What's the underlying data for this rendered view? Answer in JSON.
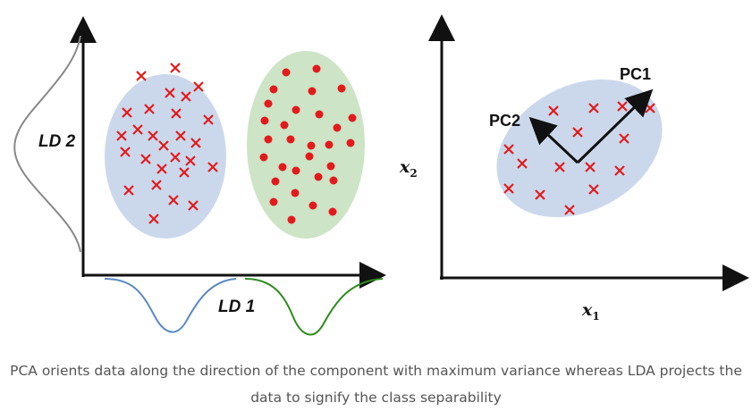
{
  "left_panel": {
    "x_axis_label": "LD 1",
    "y_axis_label": "LD 2"
  },
  "right_panel": {
    "x_axis_label": "x",
    "x_axis_subscript": "1",
    "y_axis_label": "x",
    "y_axis_subscript": "2",
    "pc1_label": "PC1",
    "pc2_label": "PC2"
  },
  "colors": {
    "ellipse_blue": "#cbd8ec",
    "ellipse_green": "#cde4c6",
    "marker_red": "#e31a1c",
    "curve_blue": "#5b8ac4",
    "curve_green": "#2e8b1e",
    "axis": "#111111"
  },
  "caption": "PCA orients data along the direction of the component with maximum variance whereas LDA projects the data to signify the class separability"
}
